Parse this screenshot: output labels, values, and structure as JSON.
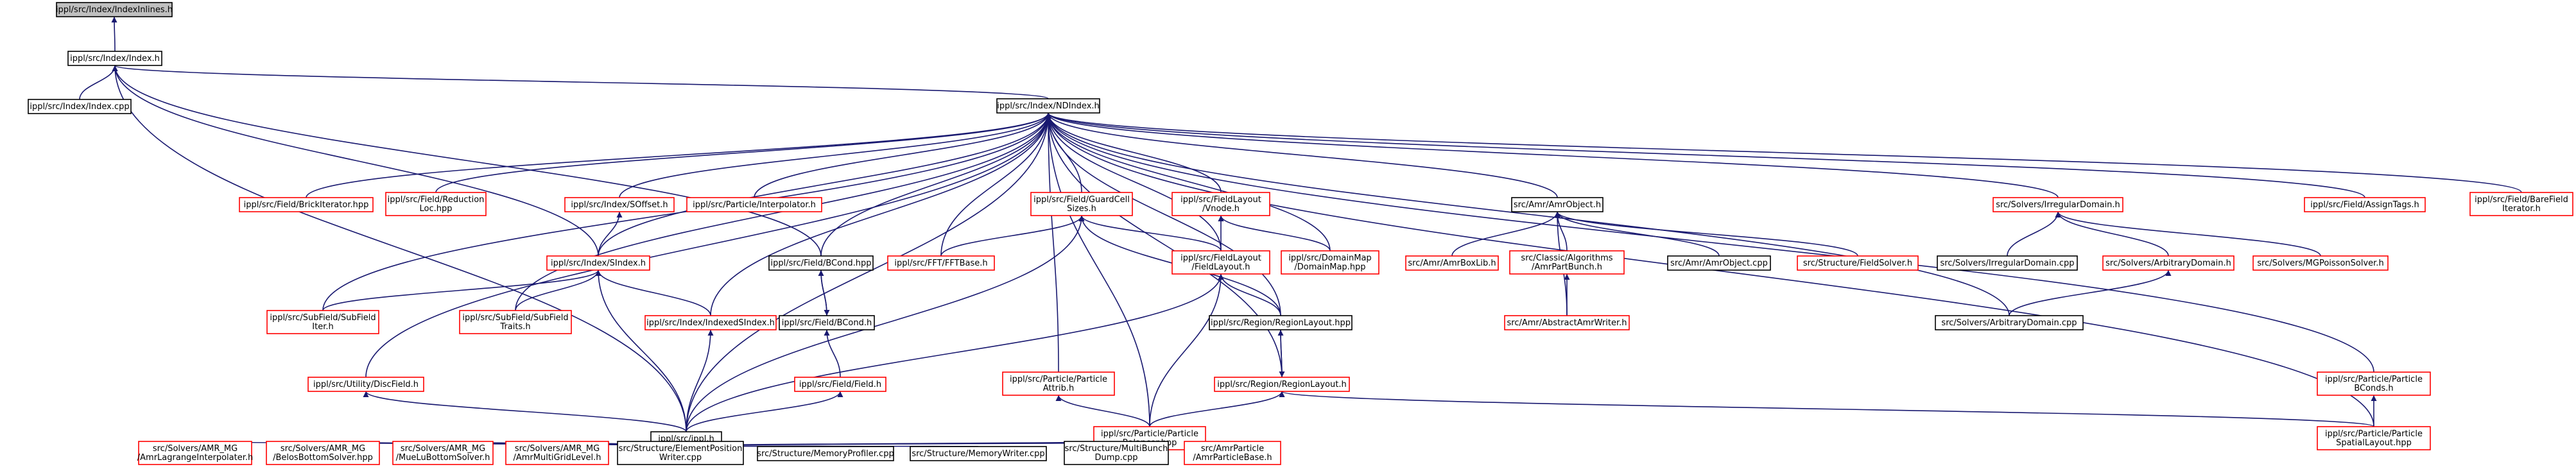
{
  "colors": {
    "red_border": "#ff0000",
    "black_border": "#000000",
    "root_fill": "#bfbfbf",
    "edge": "#191970"
  },
  "nodes": [
    {
      "id": "indexinlines",
      "lines": [
        "ippl/src/Index/IndexInlines.h"
      ],
      "style": "root"
    },
    {
      "id": "index_h",
      "lines": [
        "ippl/src/Index/Index.h"
      ],
      "style": "black"
    },
    {
      "id": "index_cpp",
      "lines": [
        "ippl/src/Index/Index.cpp"
      ],
      "style": "black"
    },
    {
      "id": "ndindex",
      "lines": [
        "ippl/src/Index/NDIndex.h"
      ],
      "style": "black"
    },
    {
      "id": "brickiter",
      "lines": [
        "ippl/src/Field/BrickIterator.hpp"
      ],
      "style": "red"
    },
    {
      "id": "reduction",
      "lines": [
        "ippl/src/Field/Reduction",
        "Loc.hpp"
      ],
      "style": "red"
    },
    {
      "id": "soffset",
      "lines": [
        "ippl/src/Index/SOffset.h"
      ],
      "style": "red"
    },
    {
      "id": "interp",
      "lines": [
        "ippl/src/Particle/Interpolator.h"
      ],
      "style": "red"
    },
    {
      "id": "guardcell",
      "lines": [
        "ippl/src/Field/GuardCell",
        "Sizes.h"
      ],
      "style": "red"
    },
    {
      "id": "vnode",
      "lines": [
        "ippl/src/FieldLayout",
        "/Vnode.h"
      ],
      "style": "red"
    },
    {
      "id": "amrobject",
      "lines": [
        "src/Amr/AmrObject.h"
      ],
      "style": "black"
    },
    {
      "id": "irregular",
      "lines": [
        "src/Solvers/IrregularDomain.h"
      ],
      "style": "red"
    },
    {
      "id": "assigntags",
      "lines": [
        "ippl/src/Field/AssignTags.h"
      ],
      "style": "red"
    },
    {
      "id": "barefield",
      "lines": [
        "ippl/src/Field/BareField",
        "Iterator.h"
      ],
      "style": "red"
    },
    {
      "id": "sindex",
      "lines": [
        "ippl/src/Index/SIndex.h"
      ],
      "style": "red"
    },
    {
      "id": "bcond_hpp",
      "lines": [
        "ippl/src/Field/BCond.hpp"
      ],
      "style": "black"
    },
    {
      "id": "fftbase",
      "lines": [
        "ippl/src/FFT/FFTBase.h"
      ],
      "style": "red"
    },
    {
      "id": "fieldlayout",
      "lines": [
        "ippl/src/FieldLayout",
        "/FieldLayout.h"
      ],
      "style": "red"
    },
    {
      "id": "domainmap",
      "lines": [
        "ippl/src/DomainMap",
        "/DomainMap.hpp"
      ],
      "style": "red"
    },
    {
      "id": "amrboxlib",
      "lines": [
        "src/Amr/AmrBoxLib.h"
      ],
      "style": "red"
    },
    {
      "id": "ampartbunch",
      "lines": [
        "src/Classic/Algorithms",
        "/AmrPartBunch.h"
      ],
      "style": "red"
    },
    {
      "id": "amrobject_cpp",
      "lines": [
        "src/Amr/AmrObject.cpp"
      ],
      "style": "black"
    },
    {
      "id": "fieldsolver",
      "lines": [
        "src/Structure/FieldSolver.h"
      ],
      "style": "red"
    },
    {
      "id": "irregular_cpp",
      "lines": [
        "src/Solvers/IrregularDomain.cpp"
      ],
      "style": "black"
    },
    {
      "id": "arbitrary_h",
      "lines": [
        "src/Solvers/ArbitraryDomain.h"
      ],
      "style": "red"
    },
    {
      "id": "mgpoisson",
      "lines": [
        "src/Solvers/MGPoissonSolver.h"
      ],
      "style": "red"
    },
    {
      "id": "subfielditer",
      "lines": [
        "ippl/src/SubField/SubField",
        "Iter.h"
      ],
      "style": "red"
    },
    {
      "id": "subfieldtraits",
      "lines": [
        "ippl/src/SubField/SubField",
        "Traits.h"
      ],
      "style": "red"
    },
    {
      "id": "indexedsindex",
      "lines": [
        "ippl/src/Index/IndexedSIndex.h"
      ],
      "style": "red"
    },
    {
      "id": "bcond_h",
      "lines": [
        "ippl/src/Field/BCond.h"
      ],
      "style": "black"
    },
    {
      "id": "regionlayout_hpp",
      "lines": [
        "ippl/src/Region/RegionLayout.hpp"
      ],
      "style": "black"
    },
    {
      "id": "abstractamrwriter",
      "lines": [
        "src/Amr/AbstractAmrWriter.h"
      ],
      "style": "red"
    },
    {
      "id": "arbitrary_cpp",
      "lines": [
        "src/Solvers/ArbitraryDomain.cpp"
      ],
      "style": "black"
    },
    {
      "id": "discfield",
      "lines": [
        "ippl/src/Utility/DiscField.h"
      ],
      "style": "red"
    },
    {
      "id": "field_h",
      "lines": [
        "ippl/src/Field/Field.h"
      ],
      "style": "red"
    },
    {
      "id": "particleattrib",
      "lines": [
        "ippl/src/Particle/Particle",
        "Attrib.h"
      ],
      "style": "red"
    },
    {
      "id": "regionlayout_h",
      "lines": [
        "ippl/src/Region/RegionLayout.h"
      ],
      "style": "red"
    },
    {
      "id": "particlebconds",
      "lines": [
        "ippl/src/Particle/Particle",
        "BConds.h"
      ],
      "style": "red"
    },
    {
      "id": "ippl_h",
      "lines": [
        "ippl/src/ippl.h"
      ],
      "style": "black"
    },
    {
      "id": "particlebalancer",
      "lines": [
        "ippl/src/Particle/Particle",
        "Balancer.hpp"
      ],
      "style": "red"
    },
    {
      "id": "spatiallayout",
      "lines": [
        "ippl/src/Particle/Particle",
        "SpatialLayout.hpp"
      ],
      "style": "red"
    },
    {
      "id": "amrlagrange",
      "lines": [
        "src/Solvers/AMR_MG",
        "/AmrLagrangeInterpolater.h"
      ],
      "style": "red"
    },
    {
      "id": "bottomsolver",
      "lines": [
        "src/Solvers/AMR_MG",
        "/BelosBottomSolver.hpp"
      ],
      "style": "red"
    },
    {
      "id": "muelu",
      "lines": [
        "src/Solvers/AMR_MG",
        "/MueLuBottomSolver.h"
      ],
      "style": "red"
    },
    {
      "id": "multigridlevel",
      "lines": [
        "src/Solvers/AMR_MG",
        "/AmrMultiGridLevel.h"
      ],
      "style": "red"
    },
    {
      "id": "elementpos",
      "lines": [
        "src/Structure/ElementPosition",
        "Writer.cpp"
      ],
      "style": "black"
    },
    {
      "id": "memprofiler",
      "lines": [
        "src/Structure/MemoryProfiler.cpp"
      ],
      "style": "black"
    },
    {
      "id": "memwriter",
      "lines": [
        "src/Structure/MemoryWriter.cpp"
      ],
      "style": "black"
    },
    {
      "id": "multibunch",
      "lines": [
        "src/Structure/MultiBunch",
        "Dump.cpp"
      ],
      "style": "black"
    },
    {
      "id": "amrparticlebase",
      "lines": [
        "src/AmrParticle",
        "/AmrParticleBase.h"
      ],
      "style": "red"
    }
  ],
  "edges": [
    [
      "index_h",
      "indexinlines"
    ],
    [
      "index_cpp",
      "index_h"
    ],
    [
      "ndindex",
      "index_h"
    ],
    [
      "ippl_h",
      "index_h"
    ],
    [
      "sindex",
      "index_h"
    ],
    [
      "bcond_hpp",
      "index_h"
    ],
    [
      "brickiter",
      "ndindex"
    ],
    [
      "reduction",
      "ndindex"
    ],
    [
      "soffset",
      "ndindex"
    ],
    [
      "interp",
      "ndindex"
    ],
    [
      "guardcell",
      "ndindex"
    ],
    [
      "vnode",
      "ndindex"
    ],
    [
      "amrobject",
      "ndindex"
    ],
    [
      "irregular",
      "ndindex"
    ],
    [
      "assigntags",
      "ndindex"
    ],
    [
      "barefield",
      "ndindex"
    ],
    [
      "sindex",
      "ndindex"
    ],
    [
      "bcond_hpp",
      "ndindex"
    ],
    [
      "fftbase",
      "ndindex"
    ],
    [
      "fieldlayout",
      "ndindex"
    ],
    [
      "domainmap",
      "ndindex"
    ],
    [
      "subfielditer",
      "ndindex"
    ],
    [
      "subfieldtraits",
      "ndindex"
    ],
    [
      "indexedsindex",
      "ndindex"
    ],
    [
      "regionlayout_hpp",
      "ndindex"
    ],
    [
      "arbitrary_cpp",
      "ndindex"
    ],
    [
      "discfield",
      "ndindex"
    ],
    [
      "particleattrib",
      "ndindex"
    ],
    [
      "regionlayout_h",
      "ndindex"
    ],
    [
      "particlebconds",
      "ndindex"
    ],
    [
      "ippl_h",
      "ndindex"
    ],
    [
      "particlebalancer",
      "ndindex"
    ],
    [
      "spatiallayout",
      "ndindex"
    ],
    [
      "sindex",
      "soffset"
    ],
    [
      "fftbase",
      "guardcell"
    ],
    [
      "fieldlayout",
      "guardcell"
    ],
    [
      "regionlayout_hpp",
      "guardcell"
    ],
    [
      "ippl_h",
      "guardcell"
    ],
    [
      "fieldlayout",
      "vnode"
    ],
    [
      "domainmap",
      "vnode"
    ],
    [
      "amrboxlib",
      "amrobject"
    ],
    [
      "ampartbunch",
      "amrobject"
    ],
    [
      "amrobject_cpp",
      "amrobject"
    ],
    [
      "fieldsolver",
      "amrobject"
    ],
    [
      "abstractamrwriter",
      "amrobject"
    ],
    [
      "irregular_cpp",
      "irregular"
    ],
    [
      "arbitrary_h",
      "irregular"
    ],
    [
      "mgpoisson",
      "irregular"
    ],
    [
      "subfielditer",
      "sindex"
    ],
    [
      "subfieldtraits",
      "sindex"
    ],
    [
      "indexedsindex",
      "sindex"
    ],
    [
      "ippl_h",
      "sindex"
    ],
    [
      "bcond_h",
      "bcond_hpp"
    ],
    [
      "bcond_hpp",
      "bcond_h"
    ],
    [
      "regionlayout_hpp",
      "fieldlayout"
    ],
    [
      "particlebalancer",
      "fieldlayout"
    ],
    [
      "ippl_h",
      "fieldlayout"
    ],
    [
      "abstractamrwriter",
      "ampartbunch"
    ],
    [
      "arbitrary_cpp",
      "arbitrary_h"
    ],
    [
      "ippl_h",
      "indexedsindex"
    ],
    [
      "field_h",
      "bcond_h"
    ],
    [
      "regionlayout_h",
      "regionlayout_hpp"
    ],
    [
      "regionlayout_hpp",
      "regionlayout_h"
    ],
    [
      "ippl_h",
      "discfield"
    ],
    [
      "ippl_h",
      "field_h"
    ],
    [
      "particlebalancer",
      "particleattrib"
    ],
    [
      "particlebalancer",
      "regionlayout_h"
    ],
    [
      "spatiallayout",
      "regionlayout_h"
    ],
    [
      "spatiallayout",
      "particlebconds"
    ],
    [
      "amrlagrange",
      "ippl_h"
    ],
    [
      "bottomsolver",
      "ippl_h"
    ],
    [
      "muelu",
      "ippl_h"
    ],
    [
      "multigridlevel",
      "ippl_h"
    ],
    [
      "elementpos",
      "ippl_h"
    ],
    [
      "memprofiler",
      "ippl_h"
    ],
    [
      "memwriter",
      "ippl_h"
    ],
    [
      "multibunch",
      "ippl_h"
    ],
    [
      "amrparticlebase",
      "ippl_h"
    ]
  ]
}
